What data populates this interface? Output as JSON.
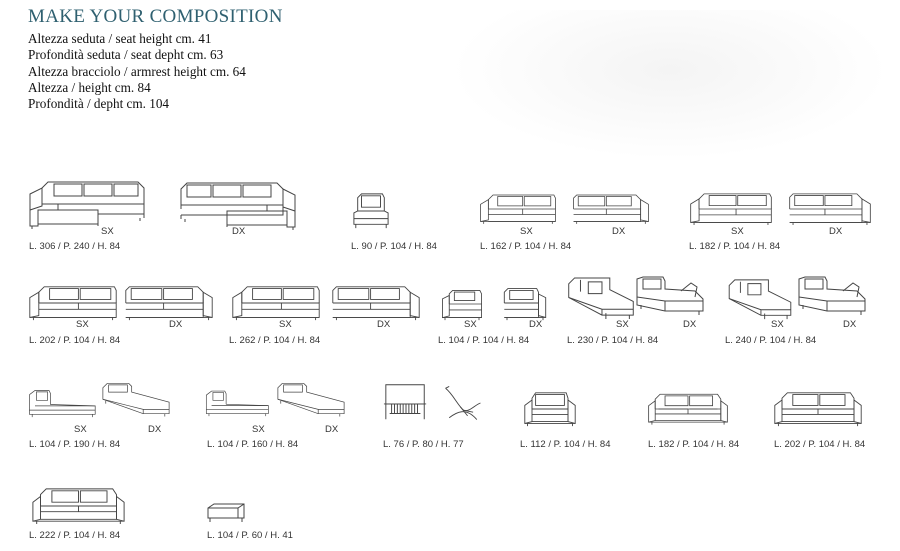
{
  "title": "MAKE YOUR COMPOSITION",
  "specs": [
    "Altezza seduta / seat height cm. 41",
    "Profondità seduta / seat depht cm. 63",
    "Altezza bracciolo / armrest height cm. 64",
    "Altezza / height cm. 84",
    "Profondità / depht  cm. 104"
  ],
  "side": {
    "sx": "SX",
    "dx": "DX"
  },
  "dims": {
    "d1": "L. 306 / P. 240 / H. 84",
    "d2": "L. 90 / P. 104 / H. 84",
    "d3": "L. 162 / P. 104 / H. 84",
    "d4": "L. 182 / P. 104 / H. 84",
    "d5": "L. 202 / P. 104 / H. 84",
    "d6": "L. 262 / P. 104 / H. 84",
    "d7": "L. 104 / P. 104 / H. 84",
    "d8": "L. 230 / P. 104 / H. 84",
    "d9": "L. 240 / P. 104 / H. 84",
    "d10": "L. 104 / P. 190 / H. 84",
    "d11": "L. 104 / P. 160 / H. 84",
    "d12": "L. 76 / P. 80 / H. 77",
    "d13": "L. 112 / P. 104 / H. 84",
    "d14": "L. 182 / P. 104 / H. 84",
    "d15": "L. 202 / P. 104 / H. 84",
    "d16": "L. 222 / P. 104 / H. 84",
    "d17": "L. 104 / P. 60 / H. 41"
  }
}
